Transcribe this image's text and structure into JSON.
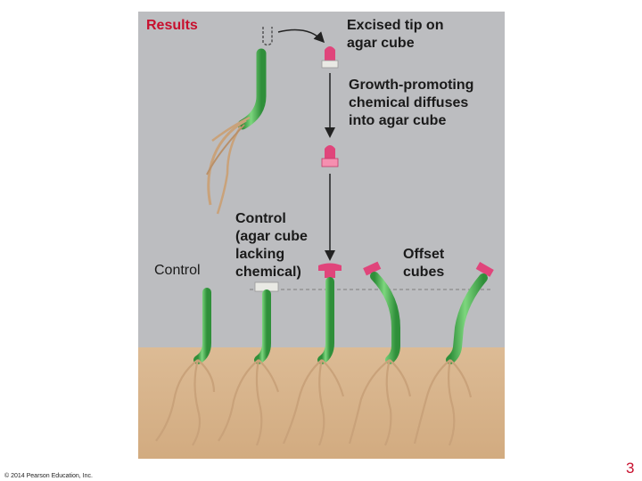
{
  "title": "Results",
  "labels": {
    "excised_tip": "Excised tip on\nagar cube",
    "growth_promoting": "Growth-promoting\nchemical diffuses\ninto agar cube",
    "control_agar": "Control\n(agar cube\nlacking\nchemical)",
    "control": "Control",
    "offset_cubes": "Offset\ncubes"
  },
  "footer": {
    "copyright": "© 2014 Pearson Education, Inc.",
    "page_number": "3"
  },
  "colors": {
    "panel_background": "#bcbdc0",
    "soil": "#d9b68f",
    "stem_green": "#5cc260",
    "stem_dark": "#2f8f3a",
    "agar_pink": "#e0457b",
    "agar_plain": "#e9e9e4",
    "root": "#c9a27a",
    "title_red": "#c8102e"
  }
}
